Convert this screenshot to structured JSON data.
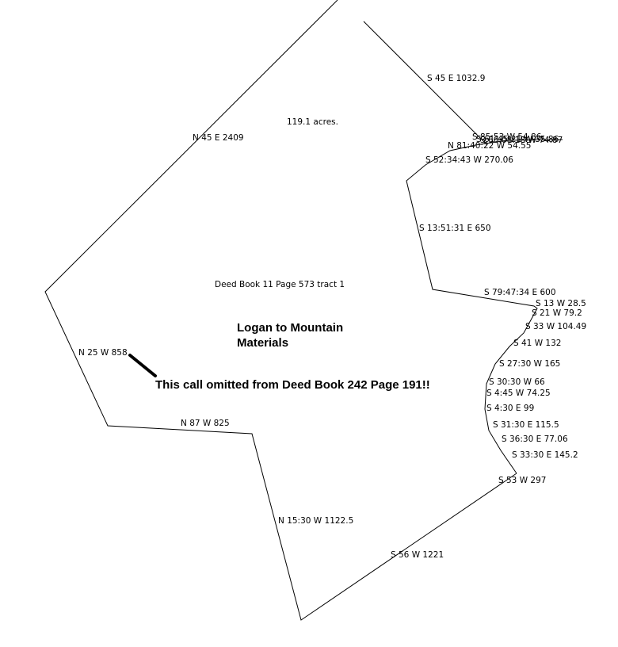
{
  "drawing": {
    "acreage": "119.1 acres.",
    "deed_reference": "Deed Book 11 Page 573 tract 1",
    "title_line1": "Logan to Mountain",
    "title_line2": "Materials",
    "omission_note": "This call omitted from Deed Book 242 Page 191!!"
  },
  "calls": [
    "S 45 E 1032.9",
    "N 45 E 2409",
    "S 85:53 W 54.86",
    "S 61:45:21 W 35.86",
    "S 66:08:18 W 74.87",
    "N 81:40:22 W 54.55",
    "S 52:34:43 W 270.06",
    "S 13:51:31 E 650",
    "S 79:47:34 E 600",
    "S 13 W 28.5",
    "S 21 W 79.2",
    "S 33 W 104.49",
    "S 41 W 132",
    "S 27:30 W 165",
    "S 30:30 W 66",
    "S 4:45 W 74.25",
    "S 4:30 E 99",
    "S 31:30 E 115.5",
    "S 36:30 E 77.06",
    "S 33:30 E 145.2",
    "S 53 W 297",
    "N 25 W 858",
    "N 87 W 825",
    "N 15:30 W 1122.5",
    "S 56 W 1221"
  ]
}
